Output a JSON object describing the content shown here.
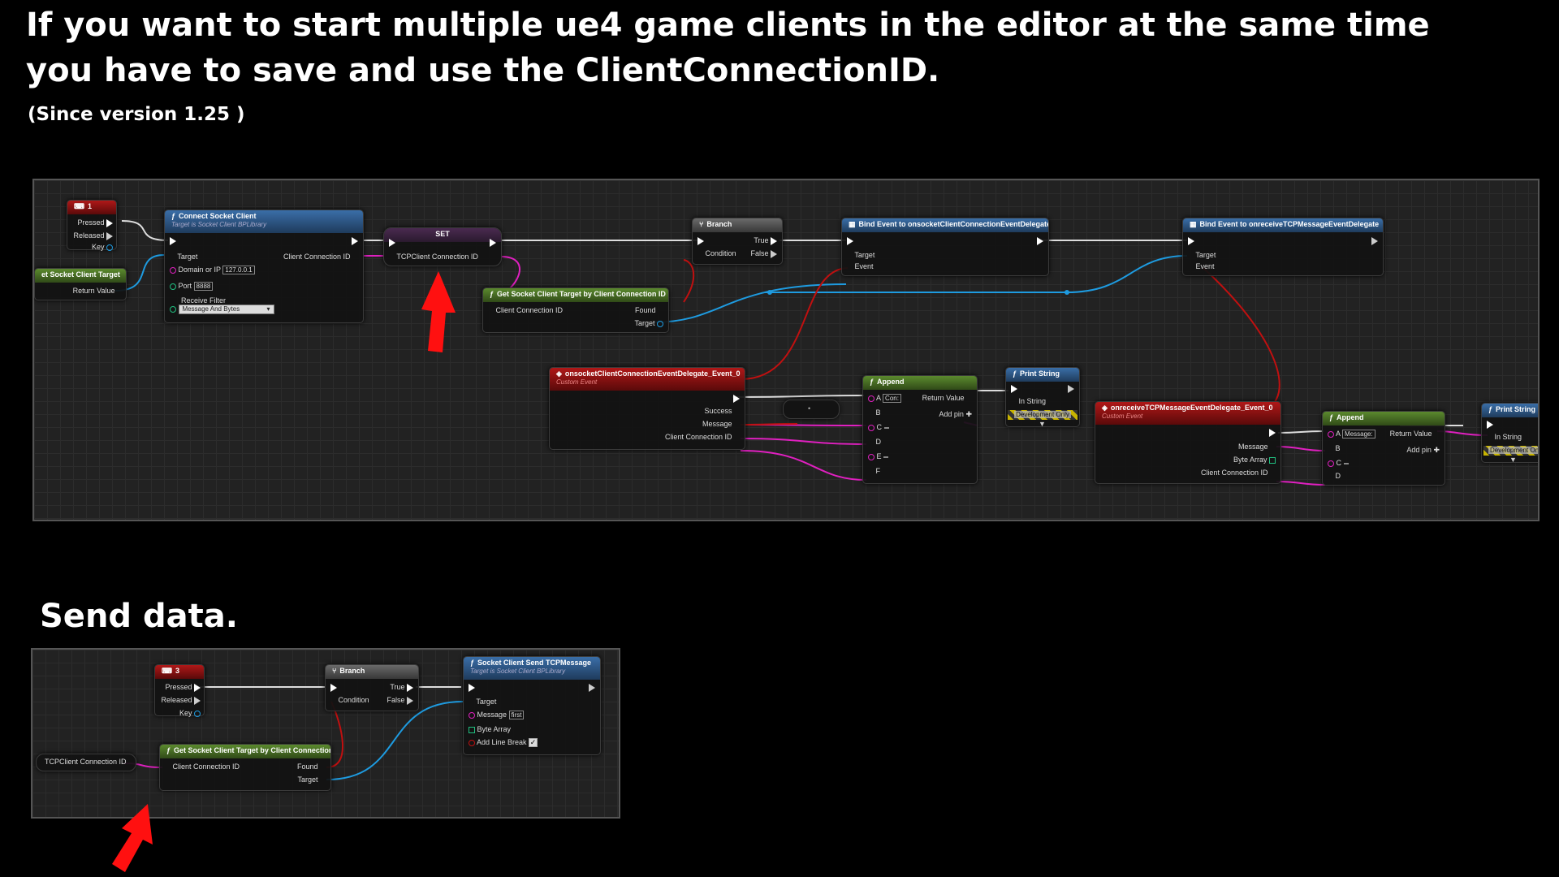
{
  "headline": {
    "line1": "If you want to start multiple ue4 game clients in the editor at the same time",
    "line2": "you have to save and use the ClientConnectionID.",
    "version_note": "(Since version 1.25 )",
    "send_title": "Send data."
  },
  "graph1": {
    "key1": {
      "title": "1",
      "pins": [
        "Pressed",
        "Released",
        "Key"
      ]
    },
    "get_target": {
      "title": "et Socket Client Target",
      "return": "Return Value"
    },
    "connect": {
      "title": "Connect Socket Client",
      "subtitle": "Target is Socket Client BPLibrary",
      "target": "Target",
      "domain_label": "Domain or IP",
      "domain_value": "127.0.0.1",
      "port_label": "Port",
      "port_value": "8888",
      "filter_label": "Receive Filter",
      "filter_value": "Message And Bytes",
      "out_id": "Client Connection ID"
    },
    "set": {
      "title": "SET",
      "pin": "TCPClient Connection ID"
    },
    "get_by_id": {
      "title": "Get Socket Client Target by Client Connection ID",
      "in": "Client Connection ID",
      "found": "Found",
      "target": "Target"
    },
    "branch": {
      "title": "Branch",
      "condition": "Condition",
      "true": "True",
      "false": "False"
    },
    "bind1": {
      "title": "Bind Event to onsocketClientConnectionEventDelegate",
      "target": "Target",
      "event": "Event"
    },
    "bind2": {
      "title": "Bind Event to onreceiveTCPMessageEventDelegate",
      "target": "Target",
      "event": "Event"
    },
    "event1": {
      "title": "onsocketClientConnectionEventDelegate_Event_0",
      "subtitle": "Custom Event",
      "success": "Success",
      "message": "Message",
      "conn_id": "Client Connection ID"
    },
    "append1": {
      "title": "Append",
      "a": "A",
      "a_value": "Con:",
      "b": "B",
      "c": "C",
      "c_value": " ",
      "d": "D",
      "e": "E",
      "e_value": " ",
      "f": "F",
      "ret": "Return Value",
      "add": "Add pin"
    },
    "print1": {
      "title": "Print String",
      "in": "In String",
      "dev": "Development Only"
    },
    "event2": {
      "title": "onreceiveTCPMessageEventDelegate_Event_0",
      "subtitle": "Custom Event",
      "message": "Message",
      "bytes": "Byte Array",
      "conn_id": "Client Connection ID"
    },
    "append2": {
      "title": "Append",
      "a": "A",
      "a_value": "Message:",
      "b": "B",
      "c": "C",
      "c_value": " ",
      "d": "D",
      "ret": "Return Value",
      "add": "Add pin"
    },
    "print2": {
      "title": "Print String",
      "in": "In String",
      "dev": "Development On"
    }
  },
  "graph2": {
    "key3": {
      "title": "3",
      "pins": [
        "Pressed",
        "Released",
        "Key"
      ]
    },
    "branch": {
      "title": "Branch",
      "condition": "Condition",
      "true": "True",
      "false": "False"
    },
    "send": {
      "title": "Socket Client Send TCPMessage",
      "subtitle": "Target is Socket Client BPLibrary",
      "target": "Target",
      "message_label": "Message",
      "message_value": "first",
      "bytes": "Byte Array",
      "linebreak": "Add Line Break",
      "linebreak_checked": true
    },
    "var": {
      "label": "TCPClient Connection ID"
    },
    "get_by_id": {
      "title": "Get Socket Client Target by Client Connection ID",
      "in": "Client Connection ID",
      "found": "Found",
      "target": "Target"
    }
  },
  "colors": {
    "exec": "#ffffff",
    "object": "#1e9be0",
    "string": "#e020c0",
    "bool": "#c01010",
    "arrow": "#ff1010"
  }
}
